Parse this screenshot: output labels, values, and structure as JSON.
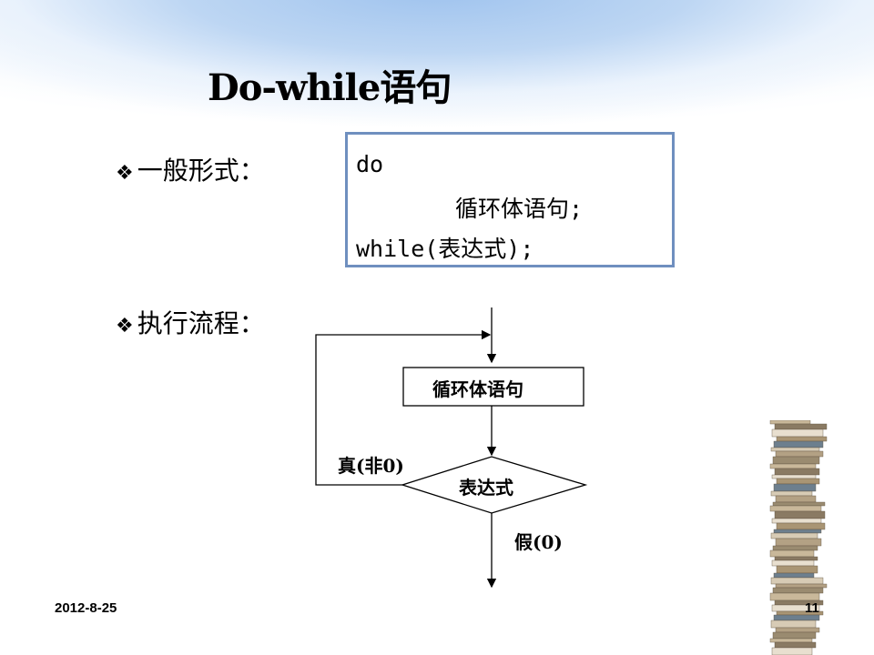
{
  "title": "Do-while语句",
  "bullets": [
    {
      "icon": "diamond-bullet-icon",
      "mark": "❖",
      "label": "一般形式："
    },
    {
      "icon": "diamond-bullet-icon",
      "mark": "❖",
      "label": "执行流程："
    }
  ],
  "code": {
    "line1": "do",
    "line2": "循环体语句;",
    "line3": "while(表达式);"
  },
  "flowchart": {
    "process": "循环体语句",
    "decision": "表达式",
    "true_label": "真(非0)",
    "false_label": "假(0)"
  },
  "footer": {
    "date": "2012-8-25",
    "page": "11"
  },
  "colors": {
    "code_border": "#6f8fbf",
    "sky": "#9fc3ee"
  }
}
